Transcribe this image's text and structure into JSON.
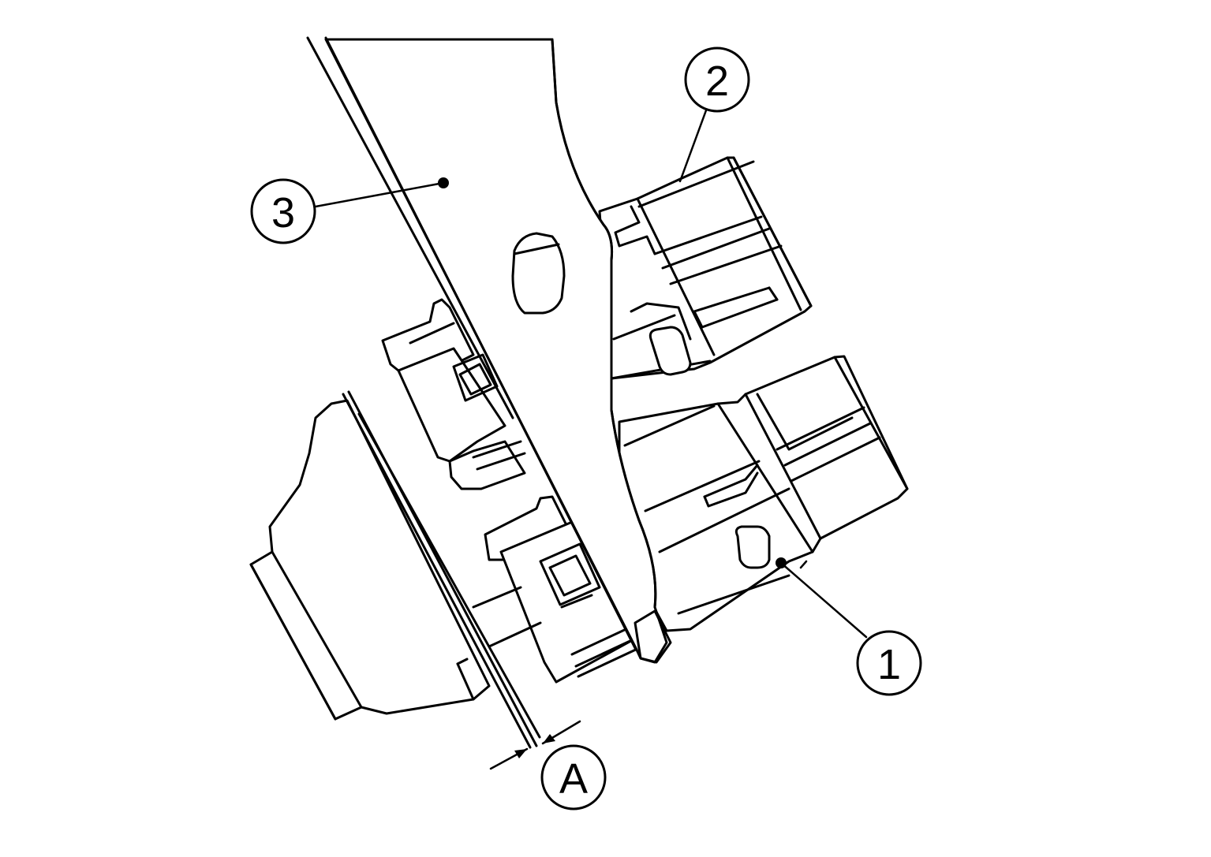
{
  "diagram": {
    "callouts": [
      {
        "id": "1",
        "label": "1"
      },
      {
        "id": "2",
        "label": "2"
      },
      {
        "id": "3",
        "label": "3"
      },
      {
        "id": "A",
        "label": "A"
      }
    ]
  }
}
